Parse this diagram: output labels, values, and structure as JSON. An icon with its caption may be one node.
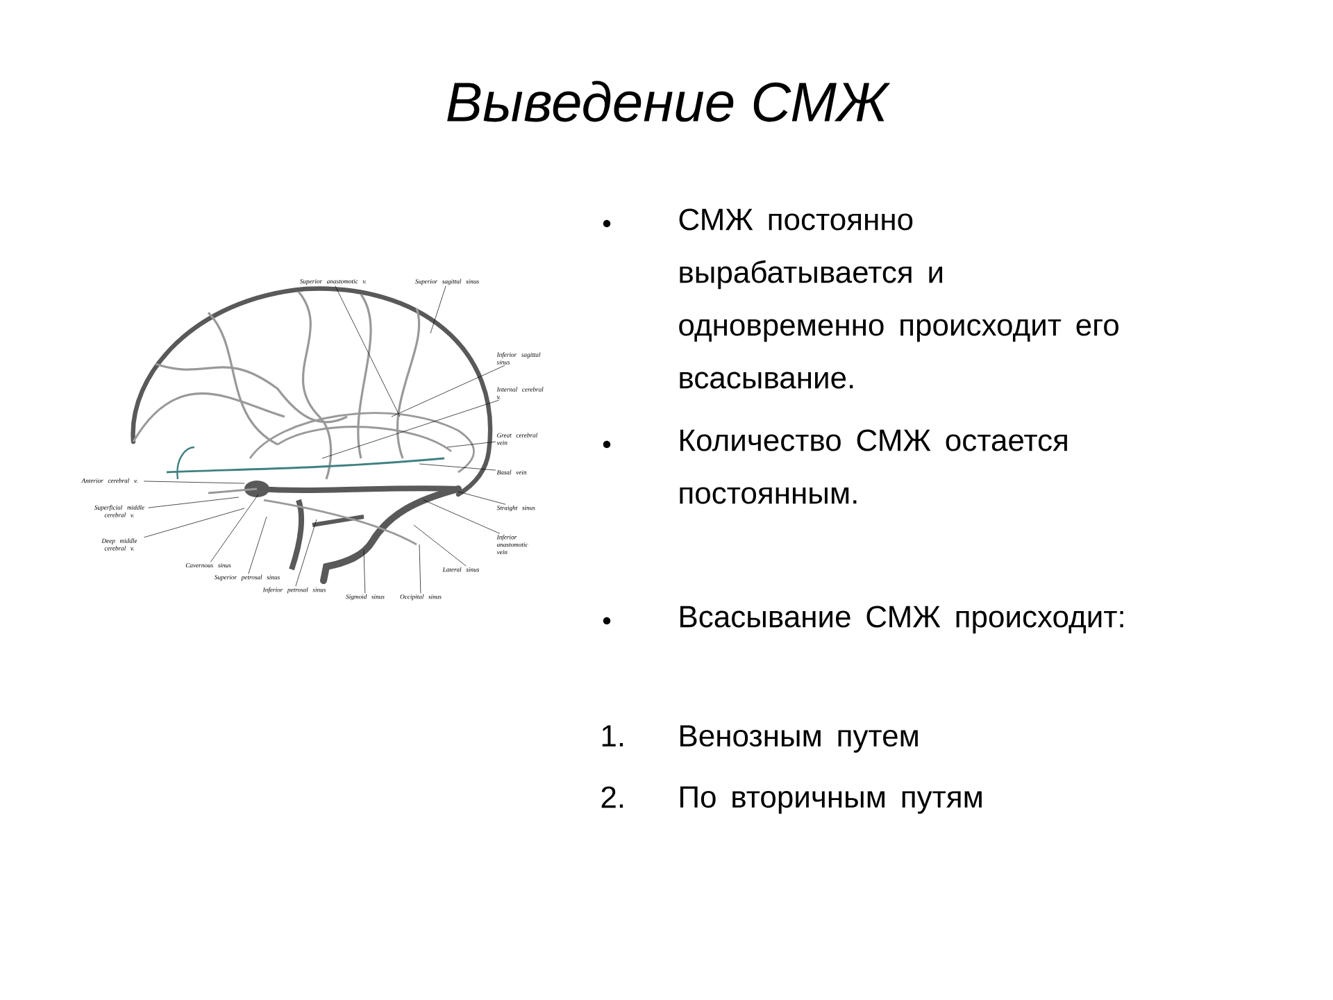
{
  "diagram": {
    "title": "Выведение СМЖ",
    "nodes": [
      {
        "text": [
          "Superior anastomotic v."
        ]
      },
      {
        "text": [
          "Superior sagittal sinus"
        ]
      },
      {
        "text": [
          "Inferior sagittal sinus"
        ]
      },
      {
        "text": [
          "Internal cerebral v."
        ]
      },
      {
        "text": [
          "Great cerebral vein"
        ]
      },
      {
        "text": [
          "Basal vein"
        ]
      },
      {
        "text": [
          "Straight sinus"
        ]
      },
      {
        "text": [
          "Inferior anastomotic vein"
        ]
      },
      {
        "text": [
          "Lateral sinus"
        ]
      },
      {
        "text": [
          "Occipital sinus"
        ]
      },
      {
        "text": [
          "Sigmoid sinus"
        ]
      },
      {
        "text": [
          "Inferior petrosal sinus"
        ]
      },
      {
        "text": [
          "Superior petrosal sinus"
        ]
      },
      {
        "text": [
          "Cavernous sinus"
        ]
      },
      {
        "text": [
          "Deep middle cerebral v."
        ]
      },
      {
        "text": [
          "Superficial middle cerebral v."
        ]
      },
      {
        "text": [
          "Anterior cerebral v."
        ]
      }
    ],
    "edges": [
      {
        "from": 0,
        "to": null,
        "arrow": "none"
      },
      {
        "from": 1,
        "to": null,
        "arrow": "none"
      },
      {
        "from": 2,
        "to": null,
        "arrow": "none"
      },
      {
        "from": 3,
        "to": null,
        "arrow": "none"
      },
      {
        "from": 4,
        "to": null,
        "arrow": "none"
      },
      {
        "from": 5,
        "to": null,
        "arrow": "none"
      },
      {
        "from": 6,
        "to": null,
        "arrow": "none"
      },
      {
        "from": 7,
        "to": null,
        "arrow": "none"
      },
      {
        "from": 8,
        "to": null,
        "arrow": "none"
      },
      {
        "from": 9,
        "to": null,
        "arrow": "none"
      },
      {
        "from": 10,
        "to": null,
        "arrow": "none"
      },
      {
        "from": 11,
        "to": null,
        "arrow": "none"
      },
      {
        "from": 12,
        "to": null,
        "arrow": "none"
      },
      {
        "from": 13,
        "to": null,
        "arrow": "none"
      },
      {
        "from": 14,
        "to": null,
        "arrow": "none"
      },
      {
        "from": 15,
        "to": null,
        "arrow": "none"
      },
      {
        "from": 16,
        "to": null,
        "arrow": "none"
      }
    ],
    "labels": [
      "СМЖ постоянно вырабатывается и одновременно происходит его всасывание.",
      "Количество СМЖ остается постоянным.",
      "Всасывание СМЖ происходит:",
      "1.",
      "Венозным путем",
      "2.",
      "По вторичным путям"
    ]
  }
}
